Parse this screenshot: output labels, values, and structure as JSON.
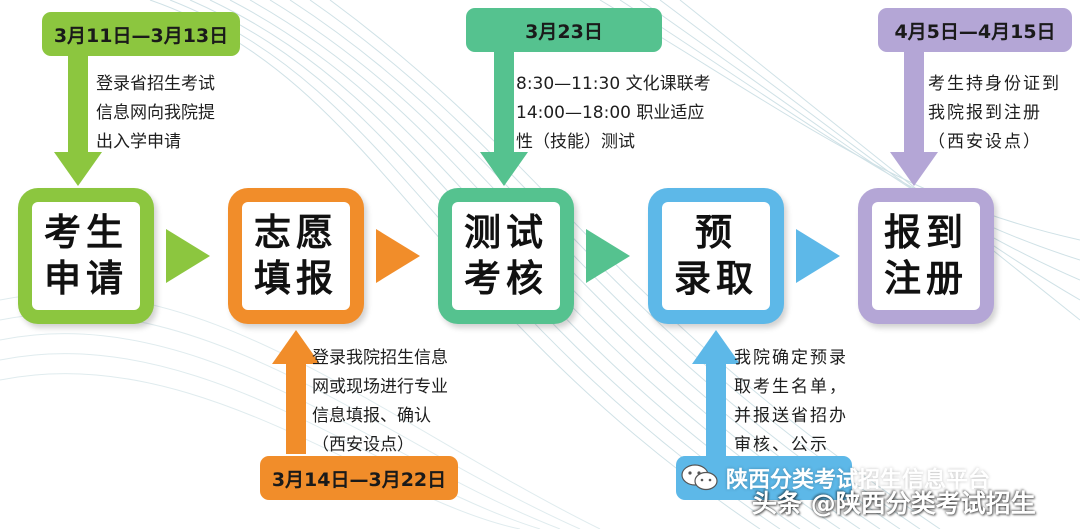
{
  "colors": {
    "green": "#8cc63f",
    "orange": "#f18d2a",
    "teal": "#55c28f",
    "blue": "#5db8e8",
    "purple": "#b4a6d6"
  },
  "stages": [
    {
      "line1": "考生",
      "line2": "申请"
    },
    {
      "line1": "志愿",
      "line2": "填报"
    },
    {
      "line1": "测试",
      "line2": "考核"
    },
    {
      "line1": "预",
      "line2": "录取"
    },
    {
      "line1": "报到",
      "line2": "注册"
    }
  ],
  "dates": {
    "apply": "3月11日—3月13日",
    "fill": "3月14日—3月22日",
    "test": "3月23日",
    "register": "4月5日—4月15日"
  },
  "notes": {
    "apply": [
      "登录省招生考试",
      "信息网向我院提",
      "出入学申请"
    ],
    "fill": [
      "登录我院招生信息",
      "网或现场进行专业",
      "信息填报、确认",
      "（西安设点）"
    ],
    "test": [
      "8:30—11:30 文化课联考",
      "14:00—18:00  职业适应",
      "性（技能）测试"
    ],
    "admit": [
      "我院确定预录",
      "取考生名单，",
      "并报送省招办",
      "审核、公示"
    ],
    "register": [
      "考生持身份证到",
      "我院报到注册",
      "（西安设点）"
    ]
  },
  "watermark": {
    "source": "陕西分类考试招生信息平台",
    "credit": "头条 @陕西分类考试招生"
  }
}
